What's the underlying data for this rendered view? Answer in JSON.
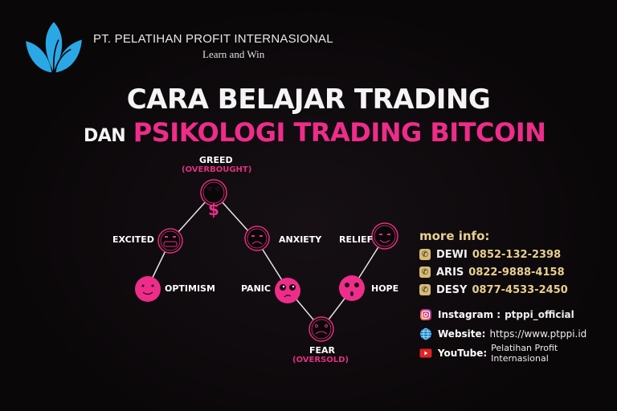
{
  "header": {
    "company": "PT. PELATIHAN PROFIT INTERNASIONAL",
    "tagline": "Learn and Win",
    "logo_icon": "lotus-icon",
    "logo_color": "#2aa8e6"
  },
  "title": {
    "line1": "CARA BELAJAR TRADING",
    "line2_prefix": "DAN",
    "line2_highlight": "PSIKOLOGI TRADING BITCOIN",
    "highlight_color": "#ee2d8a"
  },
  "cycle": {
    "stages": [
      {
        "label": "GREED",
        "sub": "(OVERBOUGHT)",
        "style": "outline",
        "face": "heart-eyes-dollar"
      },
      {
        "label": "EXCITED",
        "style": "outline",
        "face": "grin"
      },
      {
        "label": "OPTIMISM",
        "style": "filled",
        "face": "smile"
      },
      {
        "label": "ANXIETY",
        "style": "outline",
        "face": "frown"
      },
      {
        "label": "PANIC",
        "style": "filled",
        "face": "worried"
      },
      {
        "label": "FEAR",
        "sub": "(OVERSOLD)",
        "style": "outline",
        "face": "sad"
      },
      {
        "label": "HOPE",
        "style": "filled",
        "face": "surprised"
      },
      {
        "label": "RELIEF",
        "style": "outline",
        "face": "content"
      }
    ],
    "accent": "#e0307f"
  },
  "info": {
    "heading": "more info:",
    "contacts": [
      {
        "name": "DEWI",
        "phone": "0852-132-2398"
      },
      {
        "name": "ARIS",
        "phone": "0822-9888-4158"
      },
      {
        "name": "DESY",
        "phone": "0877-4533-2450"
      }
    ],
    "gold": "#e8cf8e"
  },
  "social": {
    "instagram_label": "Instagram :",
    "instagram_value": "ptppi_official",
    "website_label": "Website:",
    "website_value": "https://www.ptppi.id",
    "youtube_label": "YouTube:",
    "youtube_value": "Pelatihan Profit Internasional"
  }
}
